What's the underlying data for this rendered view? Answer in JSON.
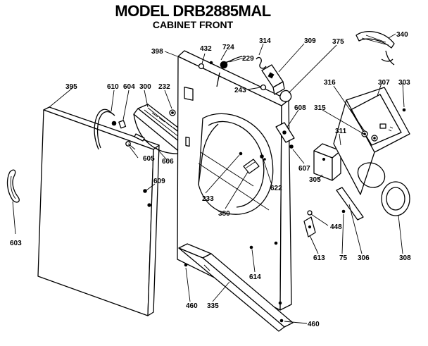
{
  "header": {
    "title": "MODEL DRB2885MAL",
    "subtitle": "CABINET FRONT"
  },
  "callouts": {
    "c398": "398",
    "c432": "432",
    "c724": "724",
    "c229": "229",
    "c314": "314",
    "c309": "309",
    "c375": "375",
    "c340": "340",
    "c395": "395",
    "c610": "610",
    "c604": "604",
    "c300": "300",
    "c232": "232",
    "c243": "243",
    "c316": "316",
    "c307": "307",
    "c303": "303",
    "c608": "608",
    "c315": "315",
    "c311": "311",
    "c605": "605",
    "c606": "606",
    "c607": "607",
    "c609": "609",
    "c233": "233",
    "c622": "622",
    "c305": "305",
    "c380": "380",
    "c448": "448",
    "c603": "603",
    "c613": "613",
    "c75": "75",
    "c306": "306",
    "c308": "308",
    "c614": "614",
    "c460a": "460",
    "c335": "335",
    "c460b": "460"
  }
}
